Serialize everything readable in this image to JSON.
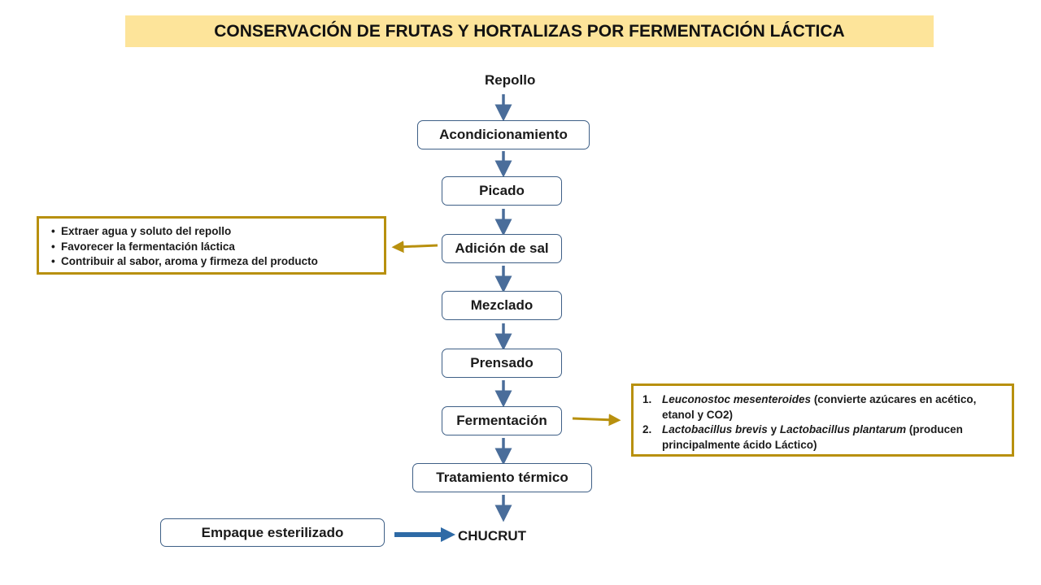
{
  "title": "CONSERVACIÓN DE FRUTAS Y HORTALIZAS POR FERMENTACIÓN LÁCTICA",
  "flow": {
    "start": "Repollo",
    "steps": [
      "Acondicionamiento",
      "Picado",
      "Adición de sal",
      "Mezclado",
      "Prensado",
      "Fermentación",
      "Tratamiento térmico"
    ],
    "end": "CHUCRUT",
    "packaging": "Empaque esterilizado"
  },
  "salt_note": {
    "items": [
      "Extraer agua y soluto del repollo",
      "Favorecer la fermentación láctica",
      "Contribuir al sabor, aroma y firmeza del producto"
    ]
  },
  "fermentation_note": {
    "items": [
      {
        "num": "1.",
        "organism": "Leuconostoc mesenteroides",
        "text": " (convierte azúcares en acético, etanol y CO2)"
      },
      {
        "num": "2.",
        "organism_a": "Lactobacillus brevis",
        "connector": " y ",
        "organism_b": "Lactobacillus plantarum",
        "text": " (producen principalmente ácido Láctico)"
      }
    ]
  },
  "colors": {
    "title_background": "#fde49a",
    "step_border": "#3e5f86",
    "flow_arrow": "#4a6d9a",
    "note_border": "#b8900e",
    "note_arrow": "#b8900e",
    "packaging_arrow": "#2e6aa6"
  }
}
